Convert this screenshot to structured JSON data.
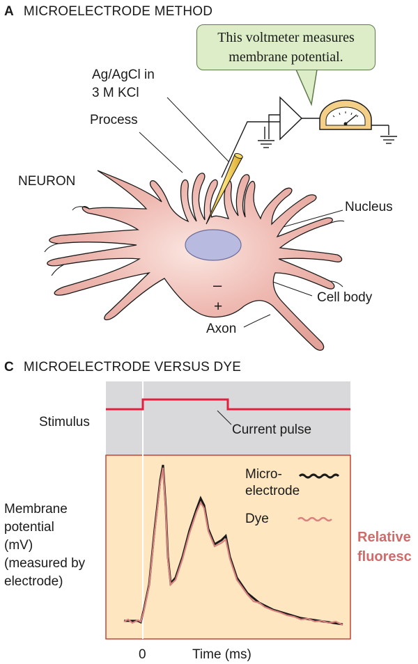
{
  "panel_a": {
    "letter": "A",
    "title": "MICROELECTRODE METHOD",
    "bubble_line1": "This voltmeter measures",
    "bubble_line2": "membrane potential.",
    "electrode_line1": "Ag/AgCl in",
    "electrode_line2": "3 M KCl",
    "process": "Process",
    "neuron": "NEURON",
    "nucleus": "Nucleus",
    "cell_body": "Cell body",
    "axon": "Axon",
    "minus": "–",
    "plus": "+"
  },
  "panel_c": {
    "letter": "C",
    "title": "MICROELECTRODE VERSUS DYE",
    "stimulus": "Stimulus",
    "current_pulse": "Current pulse",
    "ylabel_lines": [
      "Membrane",
      "potential",
      "(mV)",
      "(measured by",
      "electrode)"
    ],
    "right_line1": "Relative",
    "right_line2": "fluoresc",
    "legend_micro_1": "Micro-",
    "legend_micro_2": "electrode",
    "legend_dye": "Dye",
    "x_tick_zero": "0",
    "xlabel": "Time (ms)"
  },
  "colors": {
    "cell": "#eab3ac",
    "nucleus": "#b8badf",
    "bubble": "#dcedc8",
    "stimulus_bg": "#d9d9db",
    "membrane_bg": "#fde6c0",
    "stimulus_line": "#e0203c",
    "dye": "#d9837e",
    "relative_text": "#d06b6b"
  }
}
